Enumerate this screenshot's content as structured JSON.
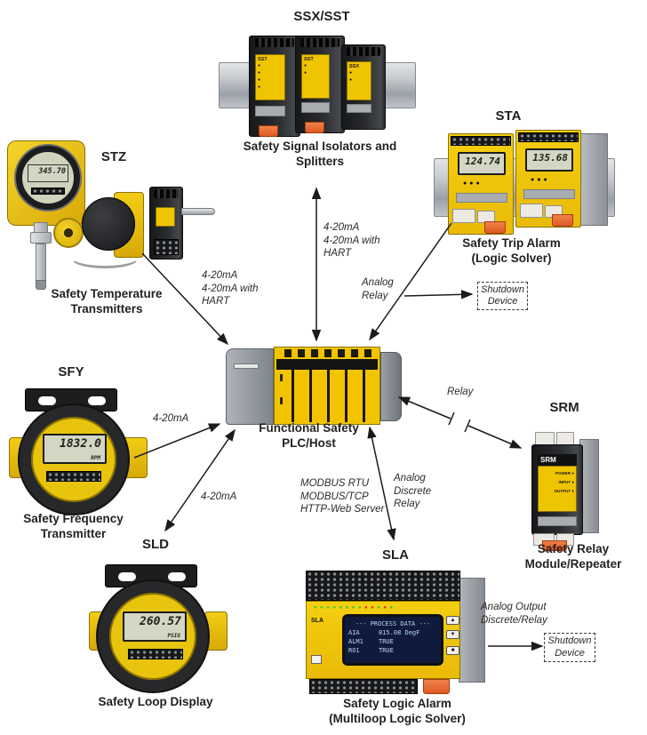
{
  "nodes": {
    "ssx": {
      "code": "SSX/SST",
      "caption_line1": "Safety Signal Isolators and",
      "caption_line2": "Splitters",
      "modules": [
        "SST",
        "SST",
        "SSX"
      ]
    },
    "sta": {
      "code": "STA",
      "caption_line1": "Safety Trip Alarm",
      "caption_line2": "(Logic Solver)",
      "display1": "124.74",
      "display2": "135.68"
    },
    "stz": {
      "code": "STZ",
      "caption_line1": "Safety Temperature",
      "caption_line2": "Transmitters",
      "display": "345.70"
    },
    "sfy": {
      "code": "SFY",
      "caption_line1": "Safety Frequency",
      "caption_line2": "Transmitter",
      "display_value": "1832.0",
      "display_unit": "RPM"
    },
    "plc": {
      "caption_line1": "Functional Safety",
      "caption_line2": "PLC/Host"
    },
    "srm": {
      "code": "SRM",
      "caption_line1": "Safety Relay",
      "caption_line2": "Module/Repeater",
      "panel_label": "SRM",
      "led_labels": [
        "POWER",
        "INPUT",
        "OUTPUT"
      ]
    },
    "sld": {
      "code": "SLD",
      "caption": "Safety Loop Display",
      "display_value": "260.57",
      "display_unit": "PSIG"
    },
    "sla": {
      "code": "SLA",
      "caption_line1": "Safety Logic Alarm",
      "caption_line2": "(Multiloop Logic Solver)",
      "panel_label": "SLA",
      "display_header": "--- PROCESS DATA ---",
      "rows": [
        {
          "tag": "AIA",
          "value": "815.08 DegF"
        },
        {
          "tag": "ALM1",
          "value": "TRUE"
        },
        {
          "tag": "RO1",
          "value": "TRUE"
        }
      ]
    }
  },
  "links": {
    "ssx_plc": {
      "l1": "4-20mA",
      "l2": "4-20mA with",
      "l3": "HART"
    },
    "stz_plc": {
      "l1": "4-20mA",
      "l2": "4-20mA with",
      "l3": "HART"
    },
    "sta_shutdown": {
      "l1": "Analog",
      "l2": "Relay"
    },
    "sfy_plc": {
      "l1": "4-20mA"
    },
    "sld_plc": {
      "l1": "4-20mA"
    },
    "plc_srm": {
      "l1": "Relay"
    },
    "plc_comm": {
      "l1": "MODBUS RTU",
      "l2": "MODBUS/TCP",
      "l3": "HTTP-Web Server"
    },
    "plc_sla": {
      "l1": "Analog",
      "l2": "Discrete",
      "l3": "Relay"
    },
    "sla_shutdown": {
      "l1": "Analog Output",
      "l2": "Discrete/Relay"
    }
  },
  "shutdown_top": {
    "l1": "Shutdown",
    "l2": "Device"
  },
  "shutdown_bottom": {
    "l1": "Shutdown",
    "l2": "Device"
  },
  "colors": {
    "device_yellow": "#f2c400",
    "module_dark": "#232323",
    "rail_gray": "#b9bcc0",
    "clip_orange": "#e8622a",
    "lcd_green": "#d3d6c2",
    "oled_navy": "#101a3c",
    "oled_text": "#b9d6ff",
    "arrow": "#1b1b1b"
  }
}
